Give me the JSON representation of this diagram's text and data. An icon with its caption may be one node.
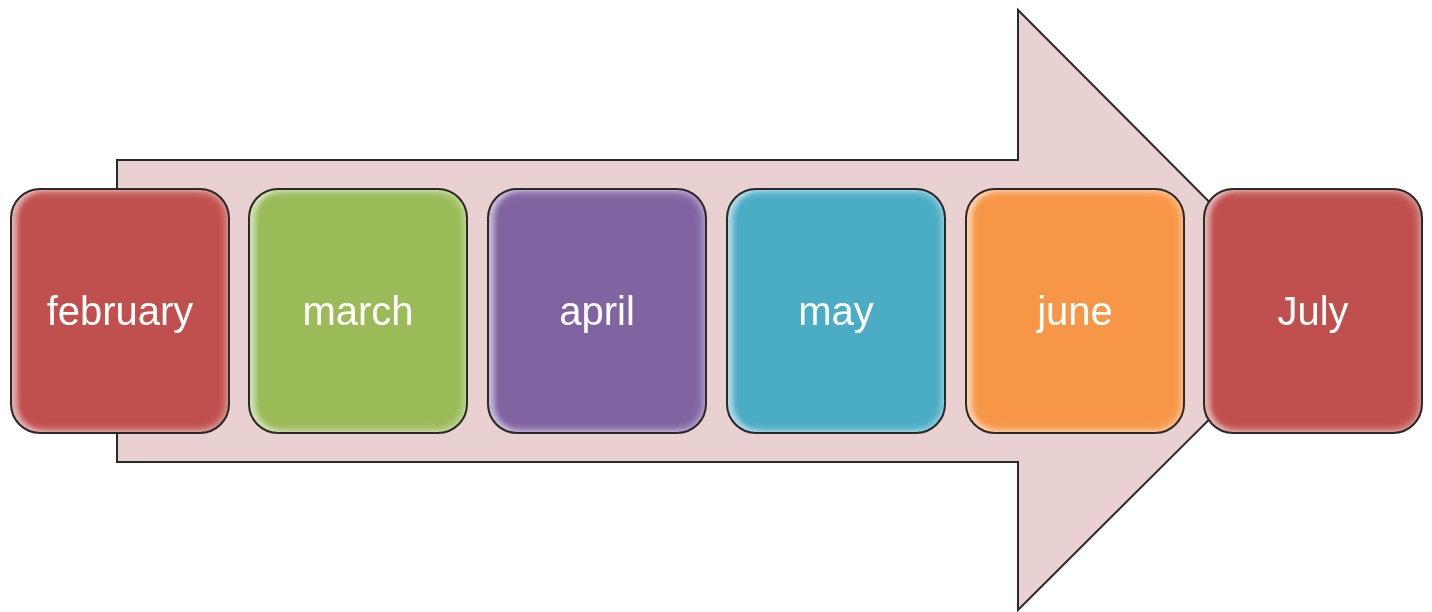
{
  "diagram": {
    "nodes": [
      {
        "text": [
          "february"
        ]
      },
      {
        "text": [
          "march"
        ]
      },
      {
        "text": [
          "april"
        ]
      },
      {
        "text": [
          "may"
        ]
      },
      {
        "text": [
          "june"
        ]
      },
      {
        "text": [
          "July"
        ]
      }
    ],
    "edges": [
      {
        "from": 0,
        "to": 5,
        "arrow": "to"
      }
    ]
  }
}
